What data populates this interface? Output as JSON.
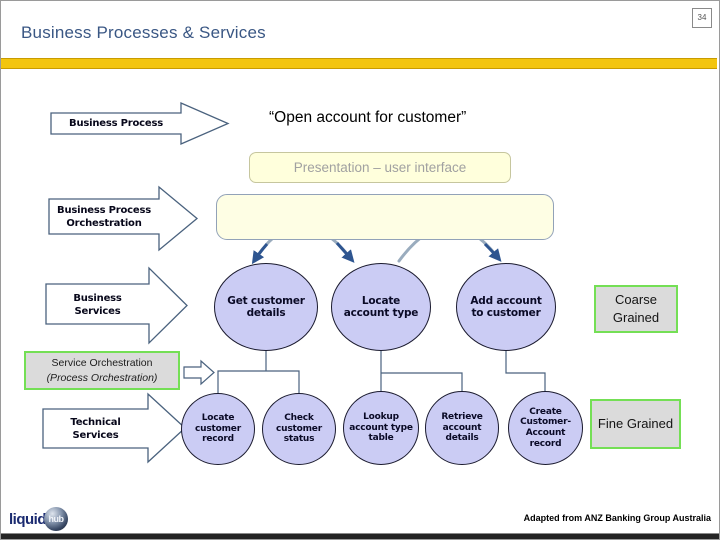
{
  "page": {
    "number": "34",
    "title": "Business Processes & Services",
    "attribution": "Adapted from ANZ Banking Group Australia"
  },
  "logo": {
    "word": "liquid",
    "hub": "hub"
  },
  "flow": {
    "business_process": {
      "label": "Business Process",
      "example": "“Open account for customer”"
    },
    "presentation": {
      "label": "Presentation – user interface"
    },
    "orchestration": {
      "line1": "Business Process",
      "line2": "Orchestration"
    },
    "business_services": {
      "line1": "Business",
      "line2": "Services",
      "items": [
        "Get customer details",
        "Locate account type",
        "Add account to customer"
      ],
      "granularity": "Coarse Grained"
    },
    "service_orchestration": {
      "line1": "Service Orchestration",
      "line2": "(Process Orchestration)"
    },
    "technical_services": {
      "line1": "Technical",
      "line2": "Services",
      "items": [
        "Locate customer record",
        "Check customer status",
        "Lookup account type table",
        "Retrieve account details",
        "Create Customer-Account record"
      ],
      "granularity": "Fine Grained"
    }
  },
  "colors": {
    "accent_bar": "#F3C50F",
    "title_text": "#3A5784",
    "service_fill": "#CBCCF4",
    "grain_border": "#74DF55",
    "process_model_fill": "#26DB26",
    "arc_arrow": "#2E5590"
  }
}
